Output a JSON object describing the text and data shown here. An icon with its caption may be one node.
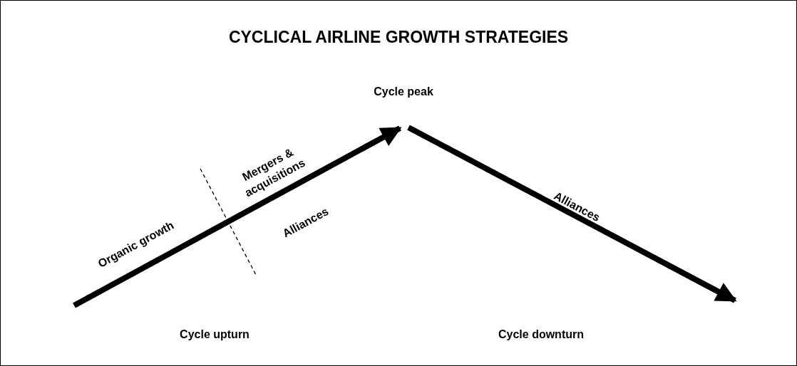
{
  "diagram": {
    "title": "CYCLICAL AIRLINE GROWTH STRATEGIES",
    "labels": [
      "Cycle peak",
      "Mergers & acquisitions",
      "Alliances",
      "Organic growth",
      "Alliances",
      "Cycle upturn",
      "Cycle downturn"
    ]
  }
}
